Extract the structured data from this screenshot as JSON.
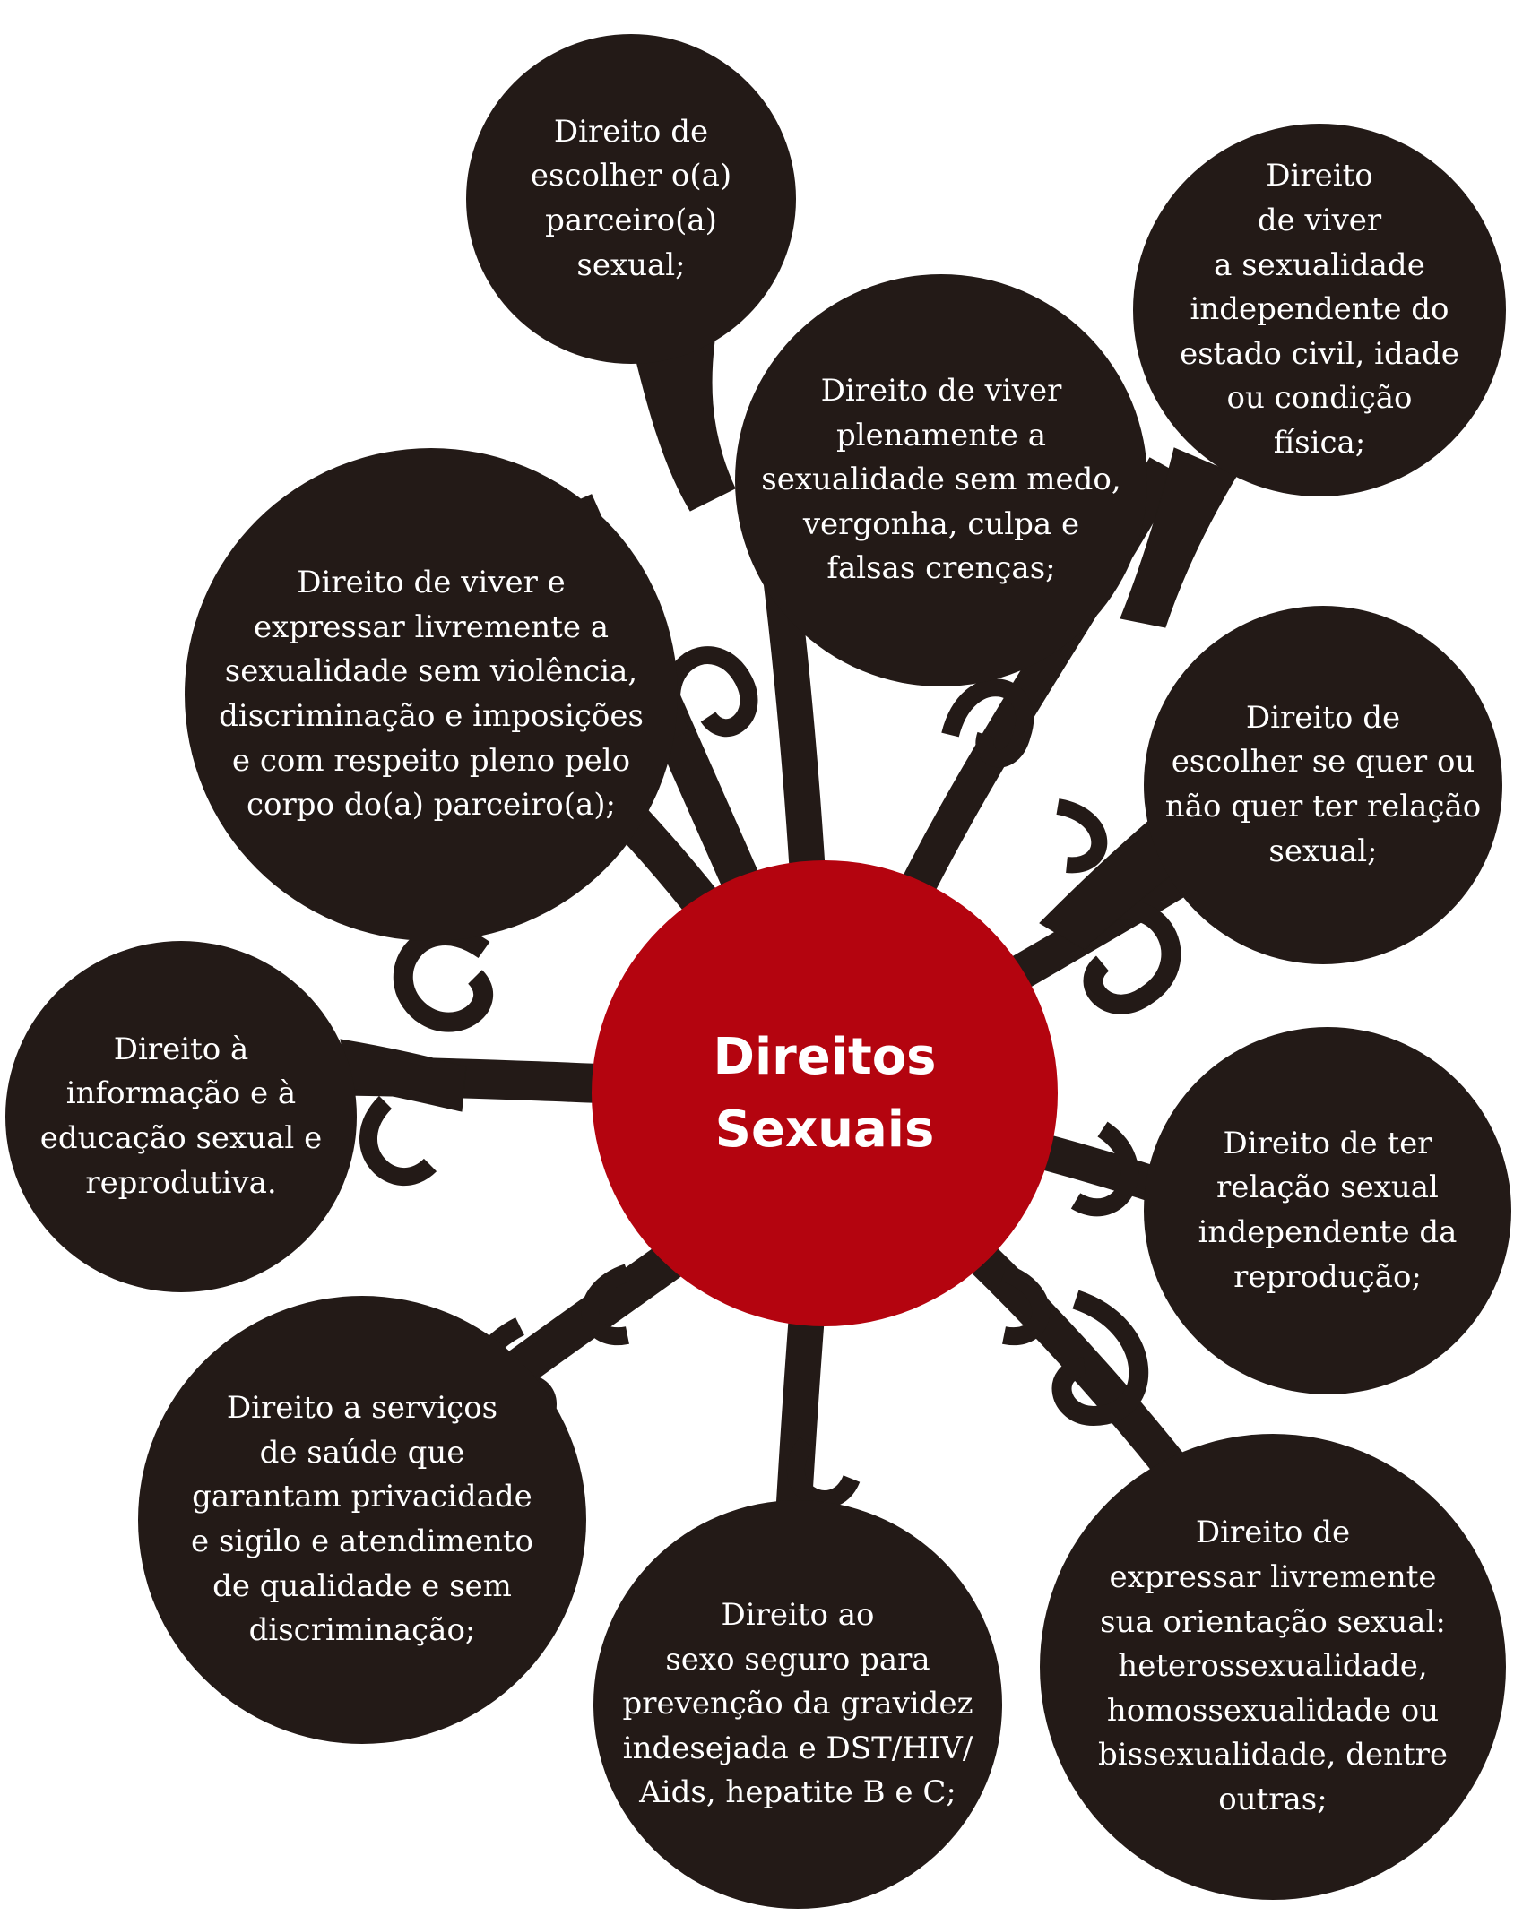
{
  "colors": {
    "bubble": "#231a17",
    "center": "#b4040f",
    "text": "#ffffff",
    "background": "#ffffff"
  },
  "center": {
    "title": "Direitos\nSexuais"
  },
  "rights": [
    {
      "id": "parceiro",
      "text": "Direito de\nescolher o(a)\nparceiro(a)\nsexual;"
    },
    {
      "id": "viver-plenamente",
      "text": "Direito de viver\nplenamente a\nsexualidade sem medo,\nvergonha, culpa e\nfalsas crenças;"
    },
    {
      "id": "estado-civil",
      "text": "Direito\nde viver\na sexualidade\nindependente do\nestado civil, idade\nou condição\nfísica;"
    },
    {
      "id": "expressar-livremente",
      "text": "Direito de viver e\nexpressar livremente a\nsexualidade sem violência,\ndiscriminação e imposições\ne com respeito pleno pelo\ncorpo do(a) parceiro(a);"
    },
    {
      "id": "relacao-sexual",
      "text": "Direito de\nescolher se quer ou\nnão quer ter relação\nsexual;"
    },
    {
      "id": "informacao",
      "text": "Direito à\ninformação e à\neducação sexual e\nreprodutiva."
    },
    {
      "id": "reproducao",
      "text": "Direito de ter\nrelação sexual\nindependente da\nreprodução;"
    },
    {
      "id": "servicos-saude",
      "text": "Direito a serviços\nde saúde que\ngarantam privacidade\ne sigilo e atendimento\nde qualidade e sem\ndiscriminação;"
    },
    {
      "id": "sexo-seguro",
      "text": "Direito ao\nsexo seguro para\nprevenção da gravidez\nindesejada e DST/HIV/\nAids, hepatite B e C;"
    },
    {
      "id": "orientacao",
      "text": "Direito de\nexpressar livremente\nsua orientação sexual:\nheterossexualidade,\nhomossexualidade ou\nbissexualidade, dentre\noutras;"
    }
  ]
}
